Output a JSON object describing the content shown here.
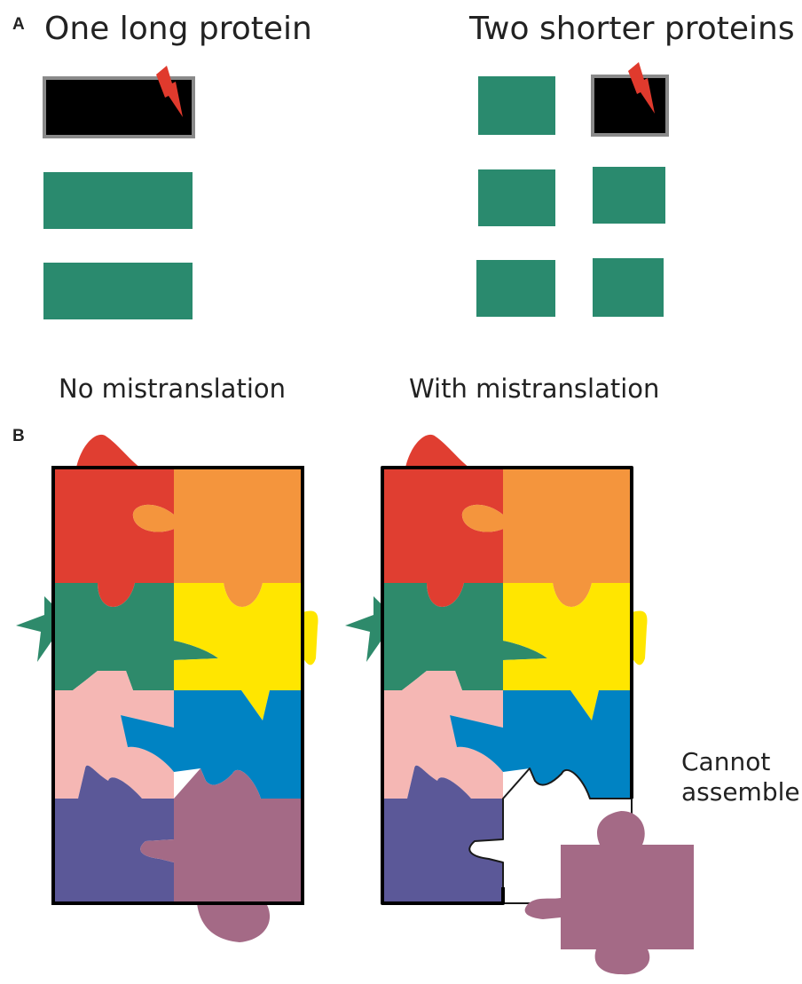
{
  "panel_a": {
    "label": "A",
    "left_title": "One long protein",
    "right_title": "Two shorter proteins"
  },
  "panel_b": {
    "label": "B",
    "left_title": "No mistranslation",
    "right_title": "With mistranslation",
    "note": "Cannot\nassemble"
  },
  "colors": {
    "protein": "#2a8a6e",
    "defective": "#000000",
    "lightning": "#e03a2d",
    "red": "#e03e31",
    "orange": "#f4953d",
    "green": "#2e8a6b",
    "yellow": "#ffe600",
    "pink": "#f5b7b4",
    "blue": "#0083c3",
    "indigo": "#5b5898",
    "mauve": "#a46a86"
  }
}
